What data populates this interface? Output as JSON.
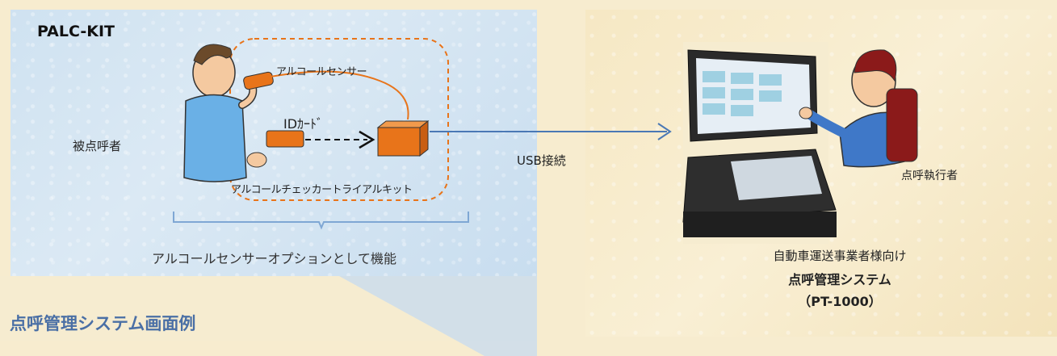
{
  "brand": "PALC-KIT",
  "subject_label": "被点呼者",
  "sensor_label": "アルコールセンサー",
  "idcard_label": "IDｶｰﾄﾞ",
  "kit_label": "アルコールチェッカートライアルキット",
  "option_label": "アルコールセンサーオプションとして機能",
  "usb_label": "USB接続",
  "operator_label": "点呼執行者",
  "system": {
    "line1": "自動車運送事業者様向け",
    "line2": "点呼管理システム",
    "line3": "（PT-1000）"
  },
  "screen_example_title": "点呼管理システム画面例",
  "colors": {
    "accent_orange": "#e8741a",
    "arrow_blue": "#4a78b5",
    "title_blue": "#4a6fa5"
  }
}
